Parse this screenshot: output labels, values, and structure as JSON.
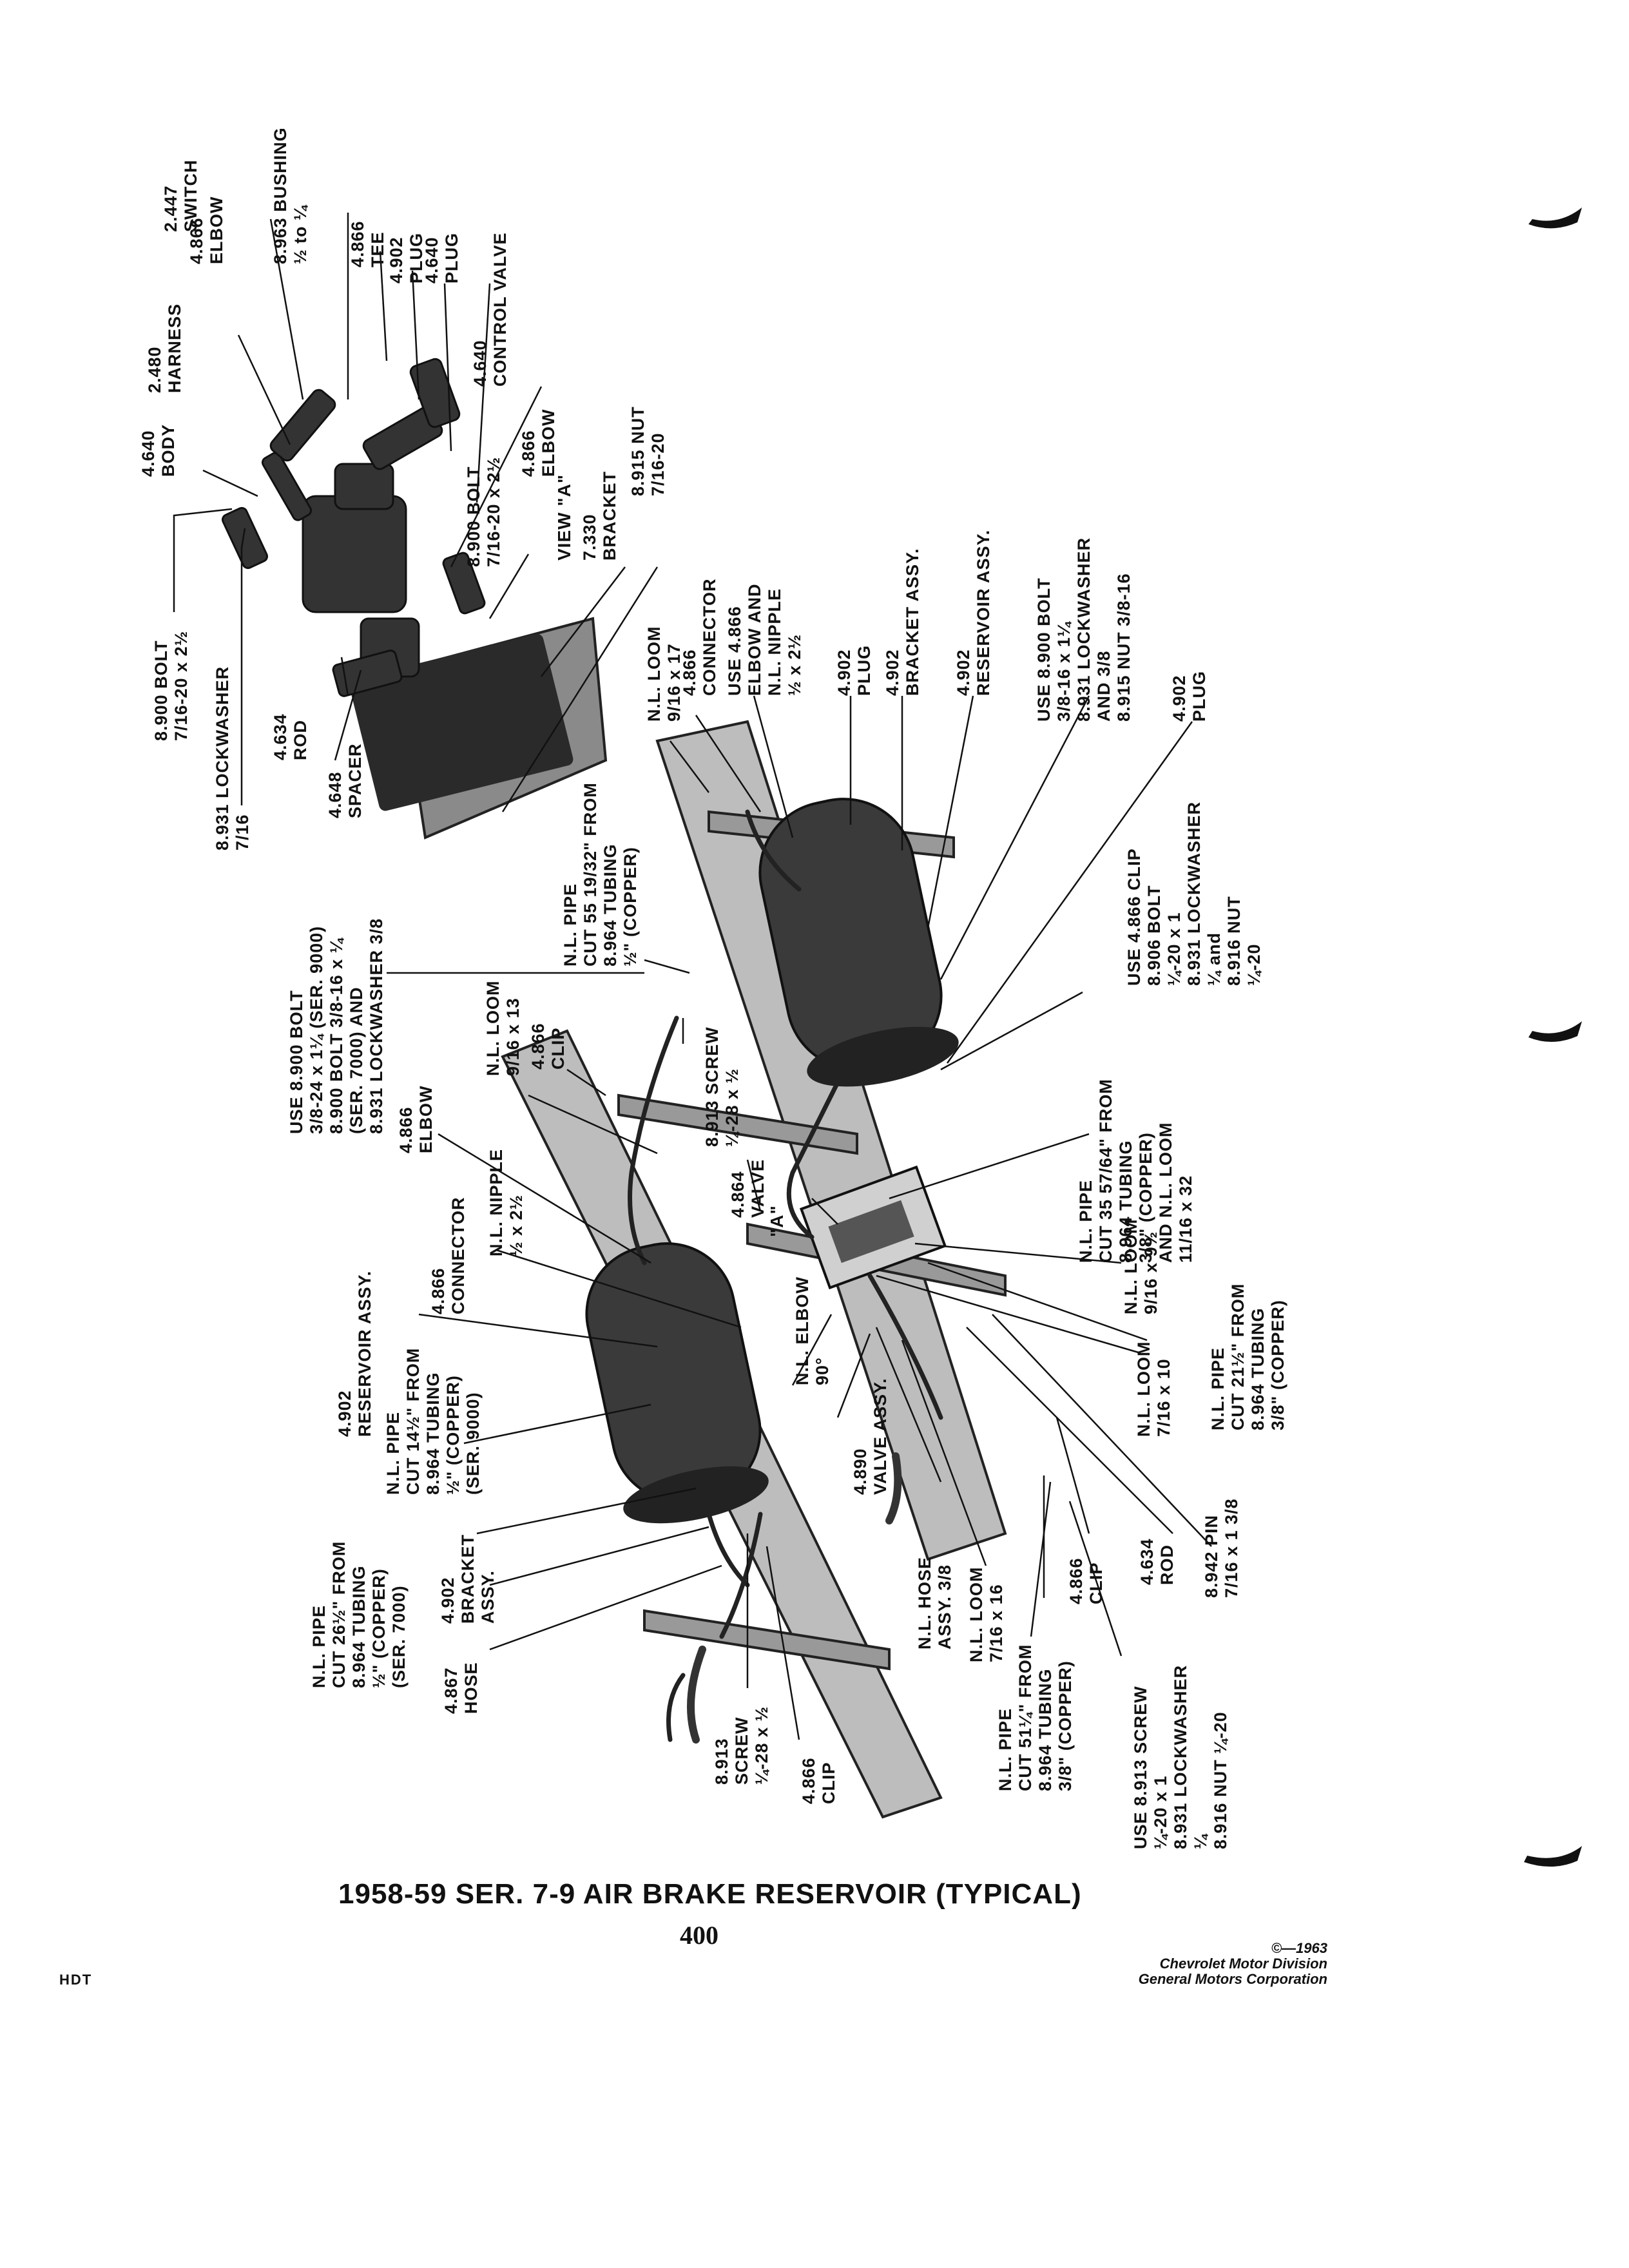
{
  "page": {
    "title": "1958-59 SER. 7-9 AIR BRAKE RESERVOIR (TYPICAL)",
    "page_number": "400",
    "footer_left": "HDT",
    "copyright": [
      "©—1963",
      "Chevrolet Motor Division",
      "General Motors Corporation"
    ]
  },
  "callouts": {
    "c01": "8.900 BOLT\n7/16-20 x 2½",
    "c02": "8.931 LOCKWASHER\n7/16",
    "c03": "4.640\nBODY",
    "c04": "2.480\nHARNESS",
    "c05": "4.866\nELBOW",
    "c06": "8.963 BUSHING\n½ to ¼",
    "c07": "2.447\nSWITCH",
    "c08": "4.866\nTEE",
    "c09": "4.902\nPLUG",
    "c10": "4.640\nPLUG",
    "c11": "4.640\nCONTROL VALVE",
    "c12": "4.866\nELBOW",
    "c13": "8.900 BOLT\n7/16-20 x 2½",
    "c14": "VIEW \"A\"",
    "c15": "7.330\nBRACKET",
    "c16": "8.915 NUT\n7/16-20",
    "c17": "4.634\nROD",
    "c18": "4.648\nSPACER",
    "c19": "N.L. LOOM\n9/16 x 17",
    "c20": "4.866\nCONNECTOR",
    "c21": "USE 4.866\nELBOW AND\nN.L. NIPPLE\n½ x 2½",
    "c22": "4.902\nPLUG",
    "c23": "4.902\nBRACKET ASSY.",
    "c24": "4.902\nRESERVOIR ASSY.",
    "c25": "USE 8.900 BOLT\n3/8-16 x 1¼\n8.931 LOCKWASHER\nAND 3/8\n8.915 NUT 3/8-16",
    "c26": "4.902\nPLUG",
    "c27": "N.L. PIPE\nCUT 55 19/32\" FROM\n8.964 TUBING\n½\" (COPPER)",
    "c28": "USE 8.900 BOLT\n3/8-24 x 1¼ (SER. 9000)\n8.900 BOLT 3/8-16 x ¼\n(SER. 7000) AND\n8.931 LOCKWASHER 3/8",
    "c29": "USE 4.866 CLIP\n8.906 BOLT\n¼-20 x 1\n8.931 LOCKWASHER\n¼ and\n8.916 NUT\n¼-20",
    "c30": "8.913 SCREW\n¼-28 x ½",
    "c31": "N.L. LOOM\n9/16 x 13",
    "c32": "4.866\nCLIP",
    "c33": "4.866\nELBOW",
    "c34": "4.864\nVALVE",
    "c35": "N.L. NIPPLE\n½ x 2½",
    "c36": "4.866\nCONNECTOR",
    "c37": "4.902\nRESERVOIR ASSY.",
    "c38": "\"A\"",
    "c39": "N.L. PIPE\nCUT 35 57/64\" FROM\n8.964 TUBING\n3/8\" (COPPER)\nAND N.L. LOOM\n11/16 x 32",
    "c40": "N.L. LOOM\n9/16 x 9½",
    "c41": "N.L. PIPE\nCUT 21½\" FROM\n8.964 TUBING\n3/8\" (COPPER)",
    "c42": "N.L. ELBOW\n90°",
    "c43": "4.890\nVALVE ASSY.",
    "c44": "N.L. LOOM\n7/16 x 10",
    "c45": "N.L. PIPE\nCUT 14½\" FROM\n8.964 TUBING\n½\" (COPPER)\n(SER. 9000)",
    "c46": "N.L. PIPE\nCUT 26½\" FROM\n8.964 TUBING\n½\" (COPPER)\n(SER. 7000)",
    "c47": "4.902\nBRACKET\nASSY.",
    "c48": "4.867\nHOSE",
    "c49": "N.L. HOSE\nASSY. 3/8",
    "c50": "N.L. LOOM\n7/16 x 16",
    "c51": "4.866\nCLIP",
    "c52": "4.634\nROD",
    "c53": "8.942 PIN\n7/16 x 1 3/8",
    "c54": "8.913\nSCREW\n¼-28 x ½",
    "c55": "4.866\nCLIP",
    "c56": "N.L. PIPE\nCUT 51¼\" FROM\n8.964 TUBING\n3/8\" (COPPER)",
    "c57": "USE 8.913 SCREW\n¼-20 x 1\n8.931 LOCKWASHER\n¼\n8.916 NUT ¼-20"
  }
}
